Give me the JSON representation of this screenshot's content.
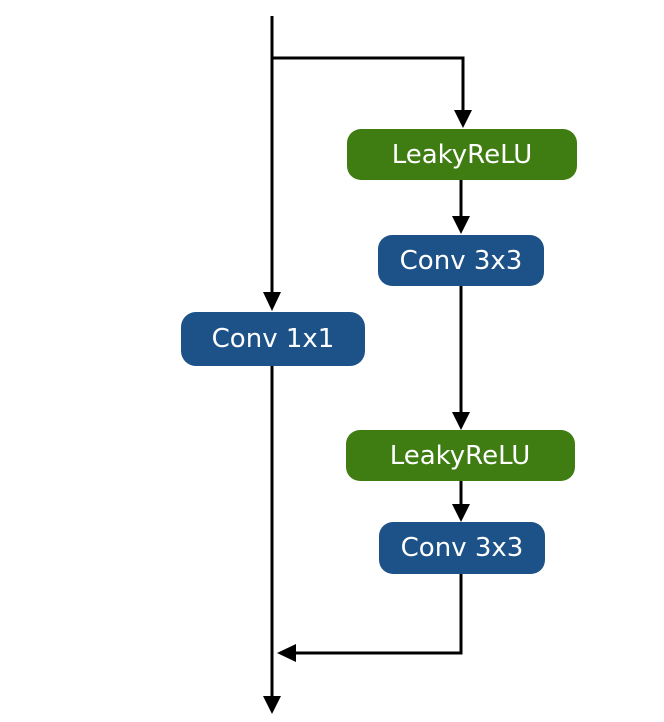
{
  "diagram": {
    "colors": {
      "activation": "#3f7d12",
      "convolution": "#1d5289",
      "edge": "#000000",
      "label": "#ffffff"
    },
    "nodes": [
      {
        "id": "leakyrelu-1",
        "label": "LeakyReLU",
        "kind": "activation"
      },
      {
        "id": "conv3x3-1",
        "label": "Conv 3x3",
        "kind": "convolution"
      },
      {
        "id": "conv1x1",
        "label": "Conv 1x1",
        "kind": "convolution"
      },
      {
        "id": "leakyrelu-2",
        "label": "LeakyReLU",
        "kind": "activation"
      },
      {
        "id": "conv3x3-2",
        "label": "Conv 3x3",
        "kind": "convolution"
      }
    ]
  }
}
